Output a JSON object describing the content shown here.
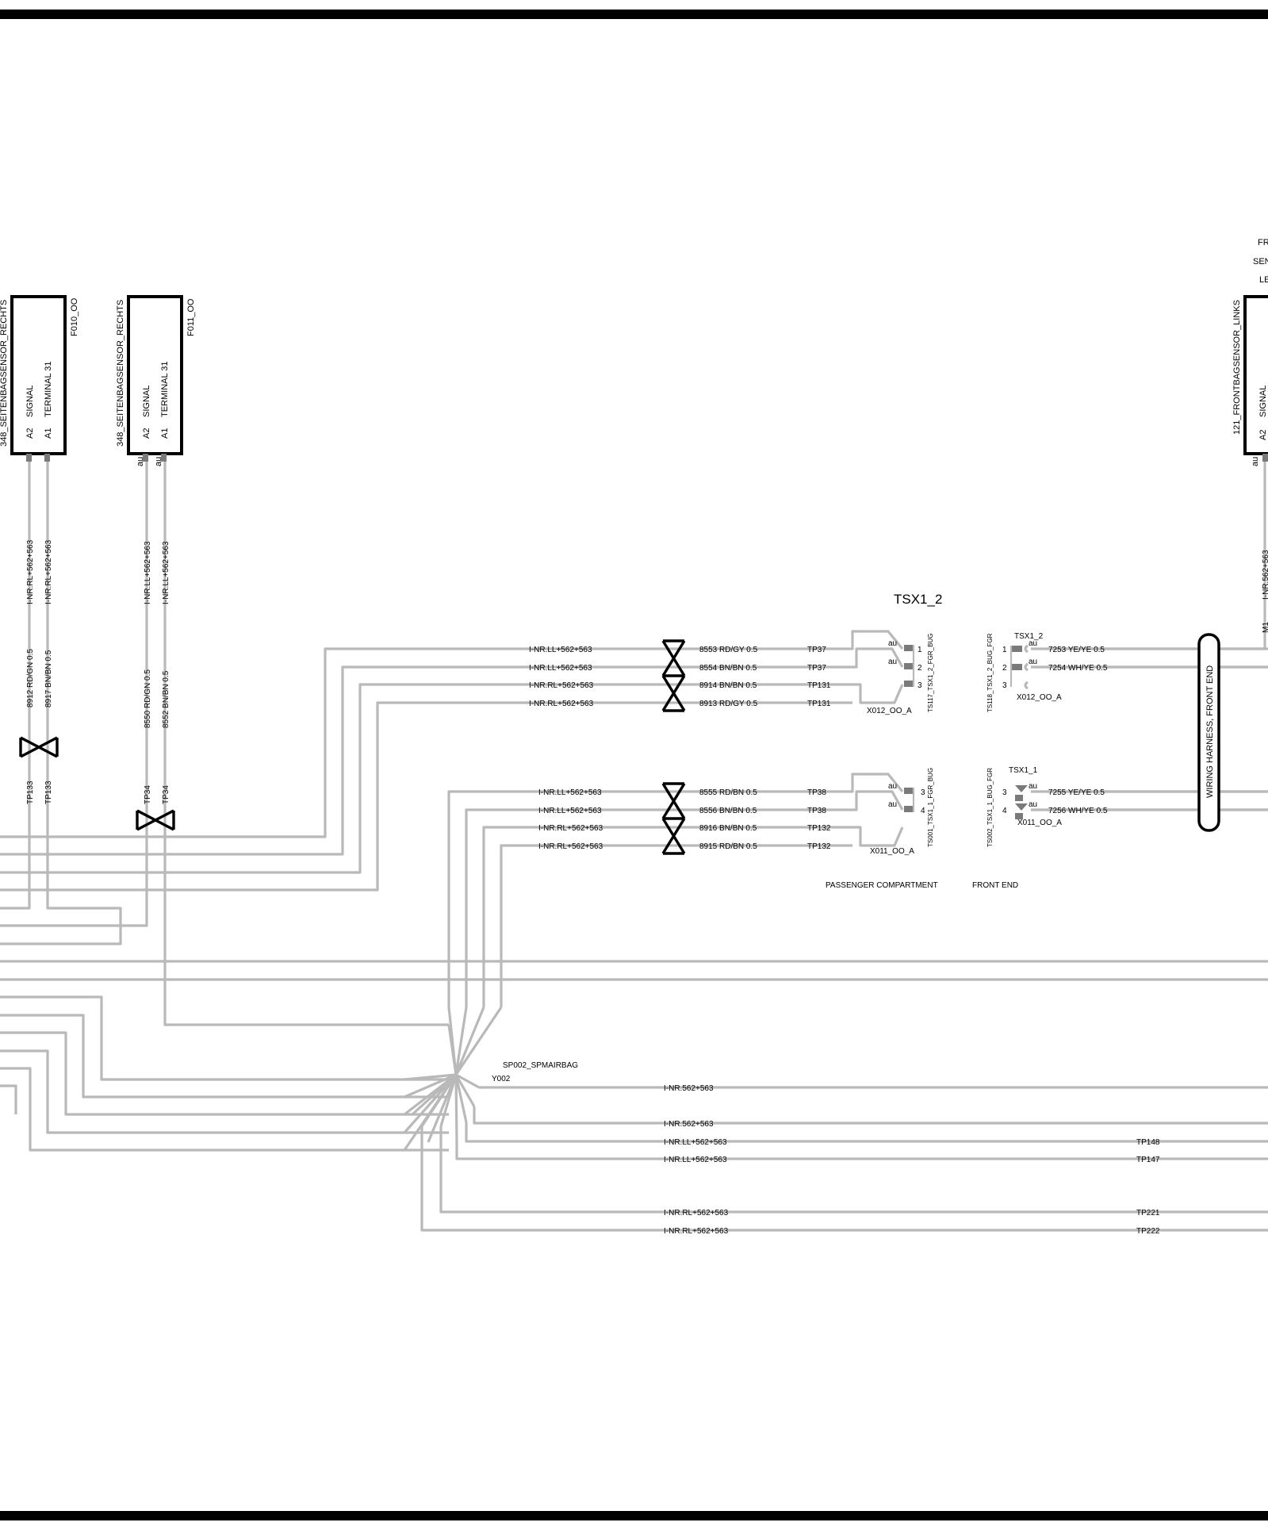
{
  "sensors": {
    "left_right": {
      "name": "348_SEITENBAGSENSOR_RECHTS",
      "ref": "F010_OO",
      "pin_a2": "A2",
      "pin_a1": "A1",
      "sig_a2": "SIGNAL",
      "sig_a1": "TERMINAL 31"
    },
    "second_right": {
      "name": "348_SEITENBAGSENSOR_RECHTS",
      "ref": "F011_OO",
      "pin_a2": "A2",
      "pin_a1": "A1",
      "sig_a2": "SIGNAL",
      "sig_a1": "TERMINAL 31",
      "au": "au"
    },
    "front_left": {
      "name": "121_FRONTBAGSENSOR_LINKS",
      "sig": "SIGNAL",
      "pin": "A2",
      "au": "au",
      "header_1": "FR",
      "header_2": "SEN",
      "header_3": "LE"
    }
  },
  "left_wires": {
    "w1": {
      "route": "I-NR.RL+562+563",
      "code": "8912 RD/GN 0.5",
      "tp": "TP133"
    },
    "w2": {
      "route": "I-NR.RL+562+563",
      "code": "8917 BN/BN 0.5",
      "tp": "TP133"
    },
    "w3": {
      "route": "I-NR.LL+562+563",
      "code": "8550 RD/GN 0.5",
      "tp": "TP34"
    },
    "w4": {
      "route": "I-NR.LL+562+563",
      "code": "8552 BN/BN 0.5",
      "tp": "TP34"
    }
  },
  "right_wire": {
    "route": "I-NR.562+563",
    "tail": "M1"
  },
  "tsx_title": "TSX1_2",
  "upper_group": {
    "rows": [
      {
        "route": "I-NR.LL+562+563",
        "code": "8553 RD/GY 0.5",
        "tp": "TP37"
      },
      {
        "route": "I-NR.LL+562+563",
        "code": "8554 BN/BN 0.5",
        "tp": "TP37"
      },
      {
        "route": "I-NR.RL+562+563",
        "code": "8914 BN/BN 0.5",
        "tp": "TP131"
      },
      {
        "route": "I-NR.RL+562+563",
        "code": "8913 RD/GY 0.5",
        "tp": "TP131"
      }
    ],
    "connector": "X012_OO_A",
    "vlabel": "TS117_TSX1_2_FGR_BUG",
    "au1": "au",
    "au2": "au",
    "pins": [
      "1",
      "2",
      "3"
    ]
  },
  "lower_group": {
    "rows": [
      {
        "route": "I-NR.LL+562+563",
        "code": "8555 RD/BN 0.5",
        "tp": "TP38"
      },
      {
        "route": "I-NR.LL+562+563",
        "code": "8556 BN/BN 0.5",
        "tp": "TP38"
      },
      {
        "route": "I-NR.RL+562+563",
        "code": "8916 BN/BN 0.5",
        "tp": "TP132"
      },
      {
        "route": "I-NR.RL+562+563",
        "code": "8915 RD/BN 0.5",
        "tp": "TP132"
      }
    ],
    "connector": "X011_OO_A",
    "vlabel": "TS001_TSX1_1_FGR_BUG",
    "au1": "au",
    "au2": "au",
    "pins": [
      "3",
      "4"
    ]
  },
  "front_upper": {
    "title": "TSX1_2",
    "vlabel": "TS118_TSX1_2_BUG_FGR",
    "connector": "X012_OO_A",
    "pins": [
      "1",
      "2",
      "3"
    ],
    "au1": "au",
    "au2": "au",
    "wires": [
      "7253 YE/YE 0.5",
      "7254 WH/YE 0.5"
    ]
  },
  "front_lower": {
    "title": "TSX1_1",
    "vlabel": "TS002_TSX1_1_BUG_FGR",
    "connector": "X011_OO_A",
    "pins": [
      "3",
      "4"
    ],
    "au1": "au",
    "au2": "au",
    "wires": [
      "7255 YE/YE 0.5",
      "7256 WH/YE 0.5"
    ]
  },
  "harness": "WIRING HARNESS, FRONT END",
  "zones": {
    "passenger": "PASSENGER COMPARTMENT",
    "front": "FRONT END"
  },
  "splice": {
    "name": "SP002_SPMAIRBAG",
    "id": "Y002"
  },
  "bottom_wires": [
    {
      "route": "I-NR.562+563",
      "tp": ""
    },
    {
      "route": "I-NR.562+563",
      "tp": ""
    },
    {
      "route": "I-NR.LL+562+563",
      "tp": "TP148"
    },
    {
      "route": "I-NR.LL+562+563",
      "tp": "TP147"
    },
    {
      "route": "I-NR.RL+562+563",
      "tp": "TP221"
    },
    {
      "route": "I-NR.RL+562+563",
      "tp": "TP222"
    }
  ]
}
